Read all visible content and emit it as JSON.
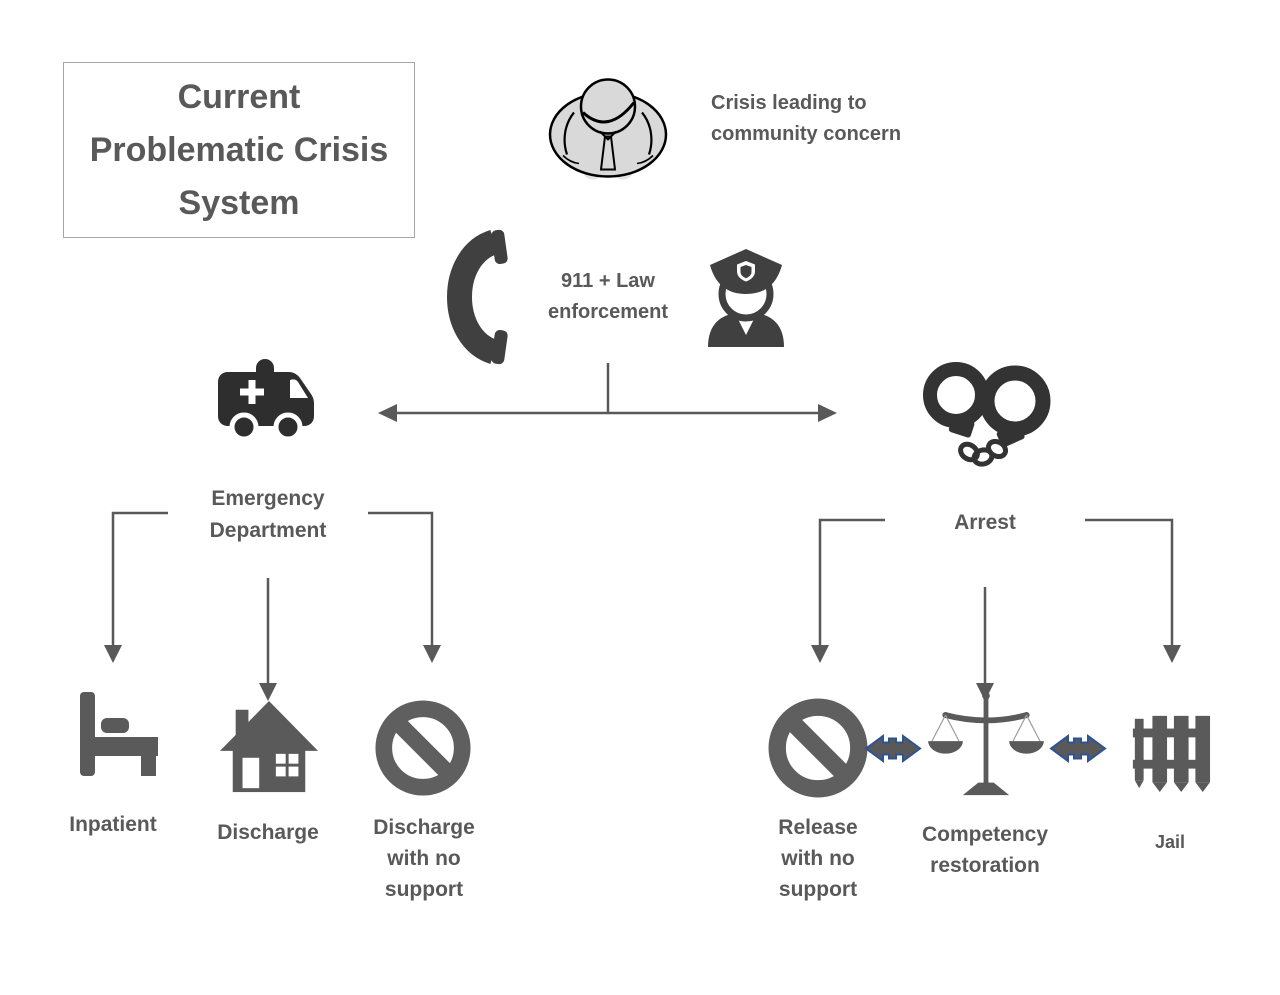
{
  "title": {
    "lines": [
      "Current",
      "Problematic Crisis",
      "System"
    ]
  },
  "nodes": {
    "crisis": {
      "lines": [
        "Crisis leading to",
        "community",
        "concern"
      ],
      "icon": "bowing-person-icon"
    },
    "dispatch": {
      "lines": [
        "911 + Law",
        "enforcement"
      ],
      "icons": [
        "telephone-icon",
        "police-officer-icon"
      ]
    },
    "emergency_department": {
      "lines": [
        "Emergency",
        "Department"
      ],
      "icon": "ambulance-icon"
    },
    "arrest": {
      "label": "Arrest",
      "icon": "handcuffs-icon"
    },
    "inpatient": {
      "label": "Inpatient",
      "icon": "bed-icon"
    },
    "discharge": {
      "label": "Discharge",
      "icon": "house-icon"
    },
    "discharge_no_support": {
      "lines": [
        "Discharge",
        "with no",
        "support"
      ],
      "icon": "no-entry-icon"
    },
    "release_no_support": {
      "lines": [
        "Release",
        "with no",
        "support"
      ],
      "icon": "no-entry-icon"
    },
    "competency_restoration": {
      "lines": [
        "Competency",
        "restoration"
      ],
      "icon": "scales-of-justice-icon"
    },
    "jail": {
      "label": "Jail",
      "icon": "jail-bars-icon"
    }
  },
  "connectors": {
    "dispatch_to_split": "vertical stem from 911 + Law enforcement",
    "split_double_arrow": "horizontal double-headed arrow between Emergency Department and Arrest",
    "ed_branches": [
      "Inpatient",
      "Discharge",
      "Discharge with no support"
    ],
    "arrest_branches": [
      "Release with no support",
      "Competency restoration",
      "Jail"
    ],
    "competency_double_arrows": [
      "between Release with no support and Competency restoration",
      "between Competency restoration and Jail"
    ]
  },
  "colors": {
    "text": "#595959",
    "line": "#595959",
    "icon_dark": "#3d3d3d",
    "icon_medium": "#5a5a5a",
    "person_fill": "#d9d9d9",
    "double_arrow_fill": "#595959",
    "double_arrow_border": "#2e5395",
    "title_border": "#a6a6a6"
  }
}
